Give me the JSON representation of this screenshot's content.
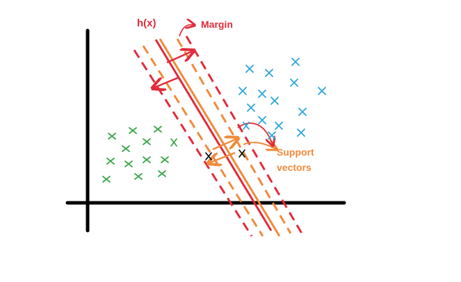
{
  "labels": {
    "hx": "h(x)",
    "margin": "Margin",
    "support_line1": "Support",
    "support_line2": "vectors"
  },
  "colors": {
    "axis": "#000000",
    "hyperplane": "#e02b3a",
    "margin_dashed_red": "#e02b3a",
    "margin_dashed_orange": "#f08a3a",
    "support_color": "#f08a3a",
    "label_red": "#e02b3a",
    "label_orange": "#f08a3a",
    "class_green": "#3aa64a",
    "class_blue": "#2aa6d6"
  }
}
